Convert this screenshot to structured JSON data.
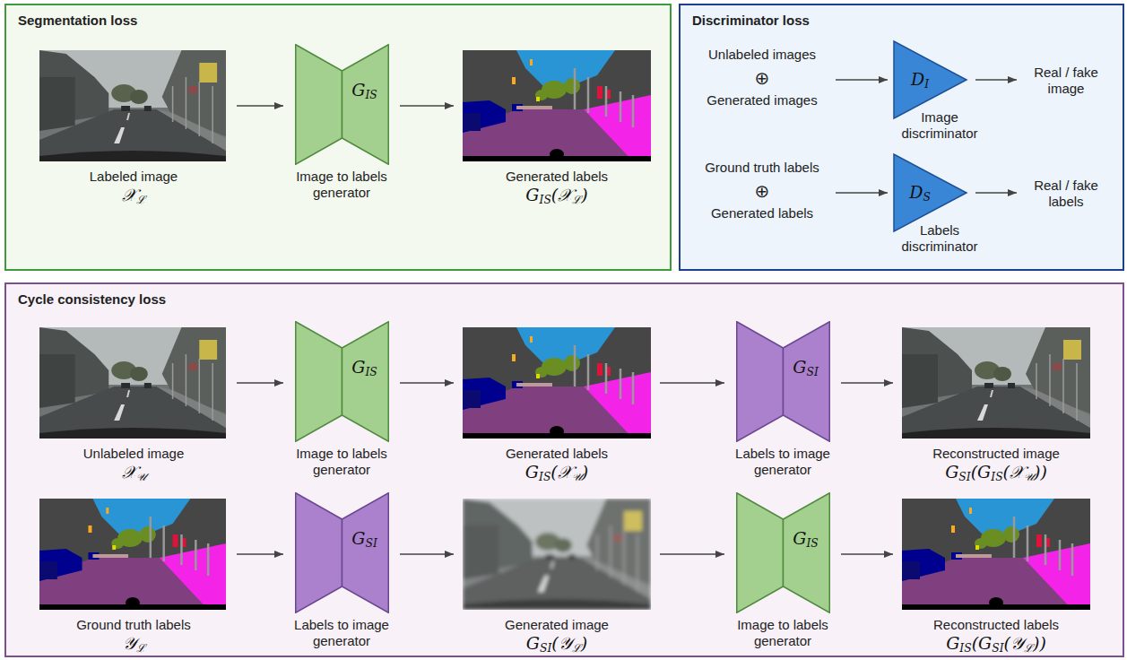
{
  "diagram": {
    "nodes": [
      {
        "text": [
          "Segmentation loss"
        ]
      },
      {
        "text": [
          "Labeled image",
          "𝒳ℒ"
        ],
        "in": 0
      },
      {
        "text": [
          "GIS",
          "Image to labels generator"
        ],
        "in": 0
      },
      {
        "text": [
          "Generated labels",
          "GIS(𝒳ℒ)"
        ],
        "in": 0
      },
      {
        "text": [
          "Discriminator loss"
        ]
      },
      {
        "text": [
          "DI",
          "Image discriminator"
        ],
        "in": 4
      },
      {
        "text": [
          "DS",
          "Labels discriminator"
        ],
        "in": 4
      },
      {
        "text": [
          "Cycle consistency loss"
        ]
      },
      {
        "text": [
          "Unlabeled image",
          "𝒳𝒰"
        ],
        "in": 7
      },
      {
        "text": [
          "GIS",
          "Image to labels generator"
        ],
        "in": 7
      },
      {
        "text": [
          "Generated labels",
          "GIS(𝒳𝒰)"
        ],
        "in": 7
      },
      {
        "text": [
          "GSI",
          "Labels to image generator"
        ],
        "in": 7
      },
      {
        "text": [
          "Reconstructed image",
          "GSI(GIS(𝒳𝒰))"
        ],
        "in": 7
      },
      {
        "text": [
          "Ground truth labels",
          "𝒴ℒ"
        ],
        "in": 7
      },
      {
        "text": [
          "GSI",
          "Labels to image generator"
        ],
        "in": 7
      },
      {
        "text": [
          "Generated image",
          "GSI(𝒴ℒ)"
        ],
        "in": 7
      },
      {
        "text": [
          "GIS",
          "Image to labels generator"
        ],
        "in": 7
      },
      {
        "text": [
          "Reconstructed labels",
          "GIS(GSI(𝒴ℒ))"
        ],
        "in": 7
      }
    ],
    "edges": [
      {
        "from": 1,
        "to": 2,
        "arrow": "to"
      },
      {
        "from": 2,
        "to": 3,
        "arrow": "to"
      },
      {
        "from": 8,
        "to": 9,
        "arrow": "to"
      },
      {
        "from": 9,
        "to": 10,
        "arrow": "to"
      },
      {
        "from": 10,
        "to": 11,
        "arrow": "to"
      },
      {
        "from": 11,
        "to": 12,
        "arrow": "to"
      },
      {
        "from": 13,
        "to": 14,
        "arrow": "to"
      },
      {
        "from": 14,
        "to": 15,
        "arrow": "to"
      },
      {
        "from": 15,
        "to": 16,
        "arrow": "to"
      },
      {
        "from": 16,
        "to": 17,
        "arrow": "to"
      }
    ],
    "labels": [
      "Unlabeled images",
      "⊕",
      "Generated images",
      "Real / fake image",
      "Ground truth labels",
      "⊕",
      "Generated labels",
      "Real / fake labels"
    ]
  }
}
